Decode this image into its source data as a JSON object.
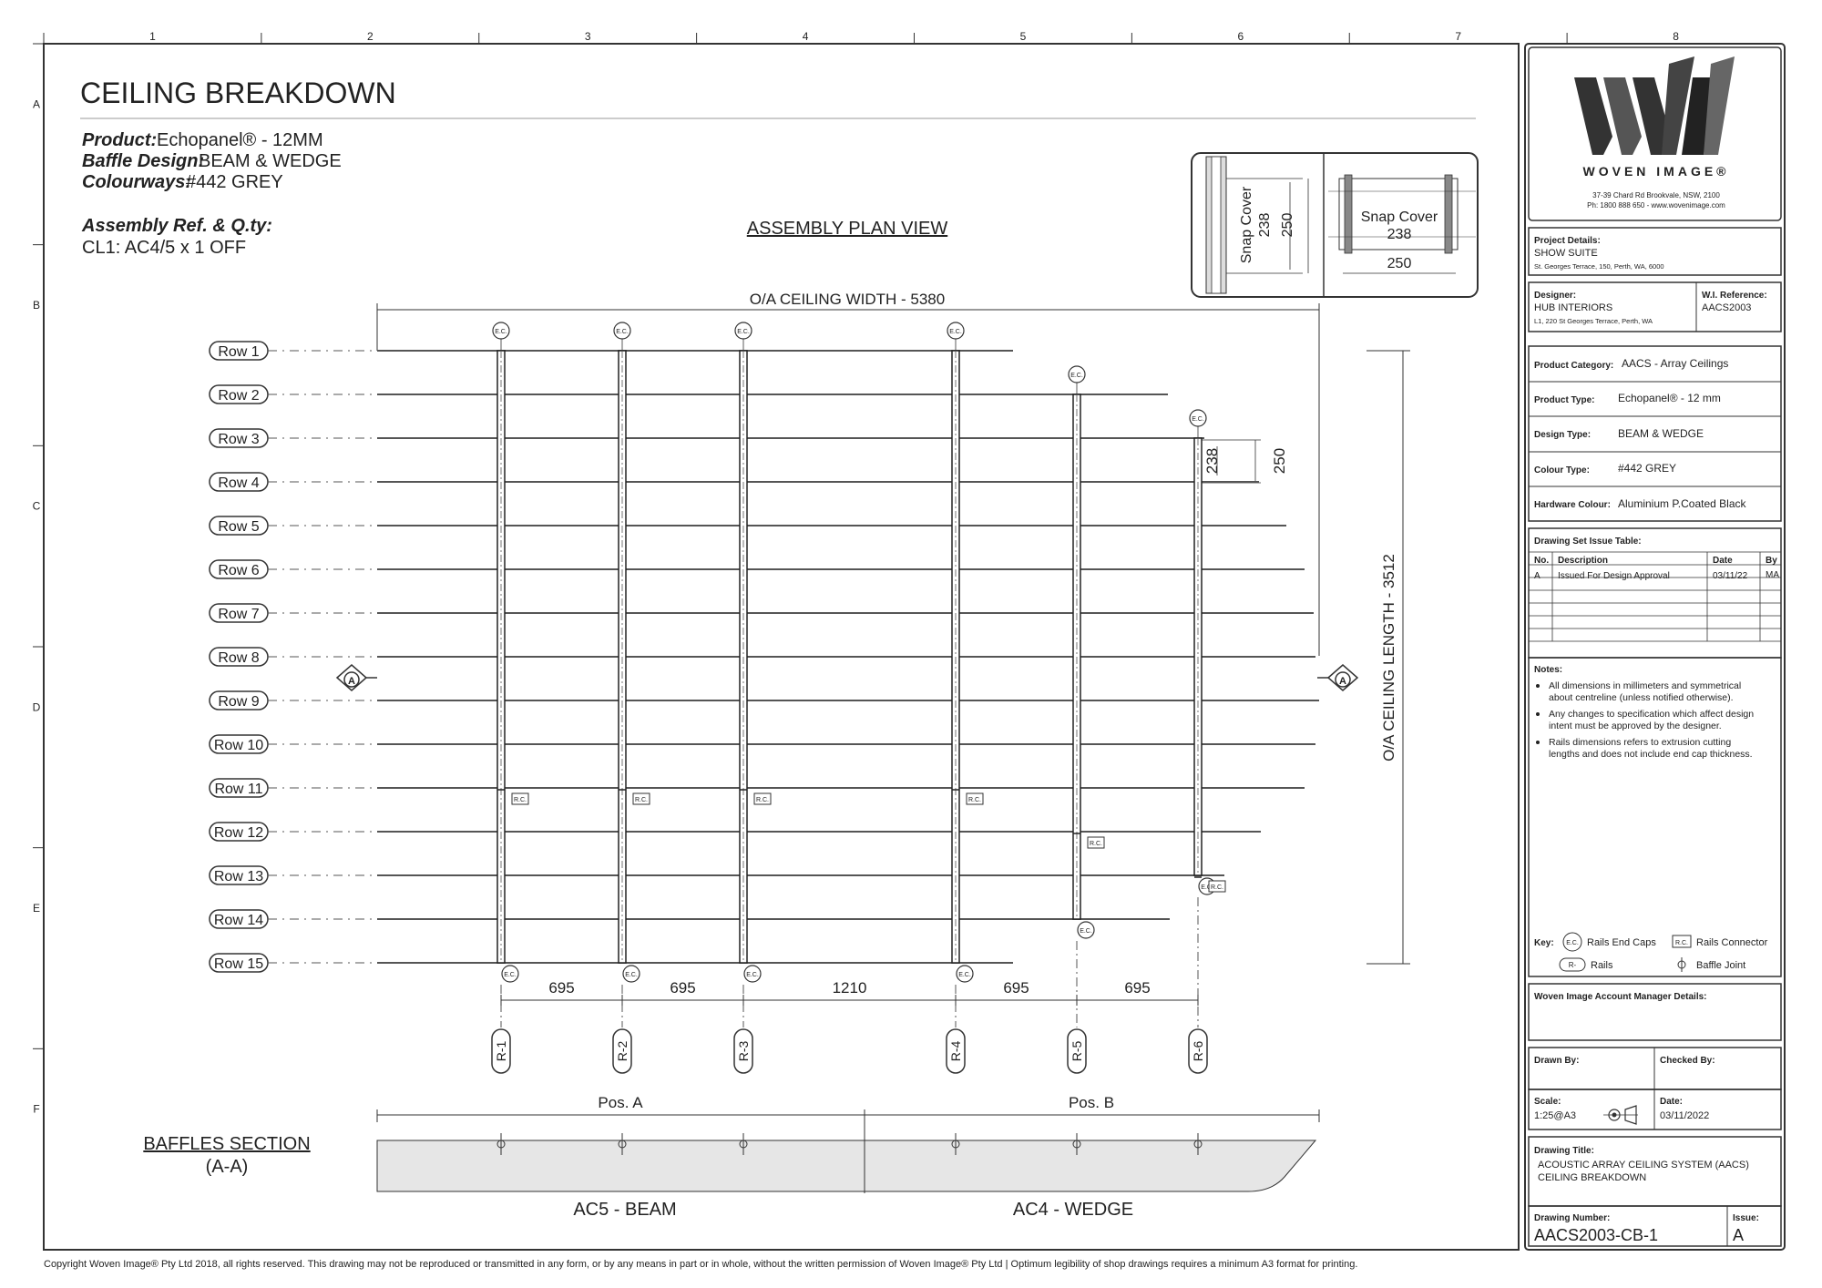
{
  "grid": {
    "columns": [
      "1",
      "2",
      "3",
      "4",
      "5",
      "6",
      "7",
      "8"
    ],
    "rows": [
      "A",
      "B",
      "C",
      "D",
      "E",
      "F"
    ]
  },
  "sheet": {
    "title": "CEILING BREAKDOWN",
    "product_label": "Product:",
    "product_value": "Echopanel® - 12MM",
    "baffle_label": "Baffle Design:",
    "baffle_value": "BEAM & WEDGE",
    "colourways_label": "Colourways:",
    "colourways_value": "#442 GREY",
    "assembly_label": "Assembly Ref. & Q.ty:",
    "assembly_value": "CL1: AC4/5 x 1 OFF",
    "plan_title": "ASSEMBLY PLAN VIEW",
    "width_dim": "O/A CEILING WIDTH - 5380",
    "length_dim": "O/A CEILING LENGTH - 3512",
    "section_marker": "A",
    "detail": {
      "side_label": "Snap Cover",
      "side_238": "238",
      "side_250": "250",
      "front_label": "Snap Cover",
      "front_238": "238",
      "front_250": "250"
    },
    "baffle_dims": {
      "d238": "238",
      "d250": "250"
    },
    "rows": [
      "Row 1",
      "Row 2",
      "Row 3",
      "Row 4",
      "Row 5",
      "Row 6",
      "Row 7",
      "Row 8",
      "Row 9",
      "Row 10",
      "Row 11",
      "Row 12",
      "Row 13",
      "Row 14",
      "Row 15"
    ],
    "rails": [
      "R-1",
      "R-2",
      "R-3",
      "R-4",
      "R-5",
      "R-6"
    ],
    "spacings": [
      "695",
      "695",
      "1210",
      "695",
      "695"
    ],
    "end_cap_tag": "E.C.",
    "connector_tag": "R.C.",
    "section_title": "BAFFLES SECTION",
    "section_sub": "(A-A)",
    "pos_a": "Pos. A",
    "pos_b": "Pos. B",
    "beam_label": "AC5 - BEAM",
    "wedge_label": "AC4 - WEDGE",
    "copyright": "Copyright Woven Image® Pty Ltd 2018, all rights reserved. This drawing may not be reproduced or transmitted in any form, or by any means in part or in whole, without the written permission of Woven Image® Pty Ltd  |  Optimum legibility of shop drawings requires a minimum A3 format for printing."
  },
  "titleblock": {
    "brand": "WOVEN IMAGE®",
    "logo_text": "wi",
    "address": "37-39 Chard Rd Brookvale, NSW, 2100",
    "contact": "Ph: 1800 888 650 - www.wovenimage.com",
    "project_label": "Project Details:",
    "project_name": "SHOW SUITE",
    "project_address": "St. Georges Terrace, 150, Perth, WA, 6000",
    "designer_label": "Designer:",
    "designer_name": "HUB INTERIORS",
    "designer_address": "L1, 220 St Georges Terrace, Perth, WA",
    "ref_label": "W.I. Reference:",
    "ref_value": "AACS2003",
    "category_label": "Product Category:",
    "category_value": "AACS - Array Ceilings",
    "type_label": "Product Type:",
    "type_value": "Echopanel® - 12 mm",
    "design_label": "Design Type:",
    "design_value": "BEAM & WEDGE",
    "colour_label": "Colour Type:",
    "colour_value": "#442 GREY",
    "hardware_label": "Hardware Colour:",
    "hardware_value": "Aluminium P.Coated Black",
    "issue_table_label": "Drawing Set Issue Table:",
    "issue_headers": {
      "no": "No.",
      "desc": "Description",
      "date": "Date",
      "by": "By"
    },
    "issue_row": {
      "no": "A",
      "desc": "Issued For Design Approval",
      "date": "03/11/22",
      "by": "MA"
    },
    "notes_label": "Notes:",
    "notes": [
      [
        "All dimensions in millimeters and symmetrical",
        "about centreline (unless notified otherwise)."
      ],
      [
        "Any changes to specification which affect design",
        "intent must be approved by the designer."
      ],
      [
        "Rails dimensions refers to extrusion cutting",
        "lengths and does not include end cap thickness."
      ]
    ],
    "key_label": "Key:",
    "key_ec": "Rails End Caps",
    "key_rc": "Rails Connector",
    "key_rails": "Rails",
    "key_joint": "Baffle Joint",
    "key_r_tag": "R-",
    "account_label": "Woven Image Account Manager Details:",
    "drawn_label": "Drawn By:",
    "checked_label": "Checked By:",
    "scale_label": "Scale:",
    "scale_value": "1:25@A3",
    "date_label": "Date:",
    "date_value": "03/11/2022",
    "title_label": "Drawing Title:",
    "title_line1": "ACOUSTIC ARRAY CEILING SYSTEM (AACS)",
    "title_line2": "CEILING BREAKDOWN",
    "number_label": "Drawing Number:",
    "number_value": "AACS2003-CB-1",
    "issue_label": "Issue:",
    "issue_value": "A"
  },
  "colors": {
    "ink": "#222222",
    "baffle_fill": "#e6e6e6",
    "logo": "#333333"
  }
}
